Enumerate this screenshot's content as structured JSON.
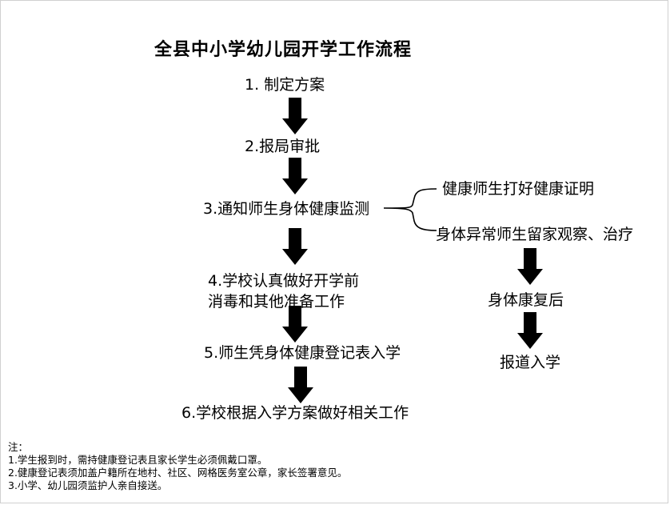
{
  "title": "全县中小学幼儿园开学工作流程",
  "main_flow": [
    {
      "lines": [
        "1. 制定方案"
      ]
    },
    {
      "lines": [
        "2.报局审批"
      ]
    },
    {
      "lines": [
        "3.通知师生身体健康监测"
      ]
    },
    {
      "lines": [
        "4.学校认真做好开学前",
        "消毒和其他准备工作"
      ]
    },
    {
      "lines": [
        "5.师生凭身体健康登记表入学"
      ]
    },
    {
      "lines": [
        "6.学校根据入学方案做好相关工作"
      ]
    }
  ],
  "branch": {
    "healthy": "健康师生打好健康证明",
    "abnormal": "身体异常师生留家观察、治疗",
    "recovered": "身体康复后",
    "report": "报道入学"
  },
  "notes": {
    "heading": "注：",
    "items": [
      "1.学生报到时，需持健康登记表且家长学生必须佩戴口罩。",
      "2.健康登记表须加盖户籍所在地村、社区、网格医务室公章，家长签署意见。",
      "3.小学、幼儿园须监护人亲自接送。"
    ]
  },
  "colors": {
    "arrow": "#000000",
    "border": "#d0d0d0"
  }
}
